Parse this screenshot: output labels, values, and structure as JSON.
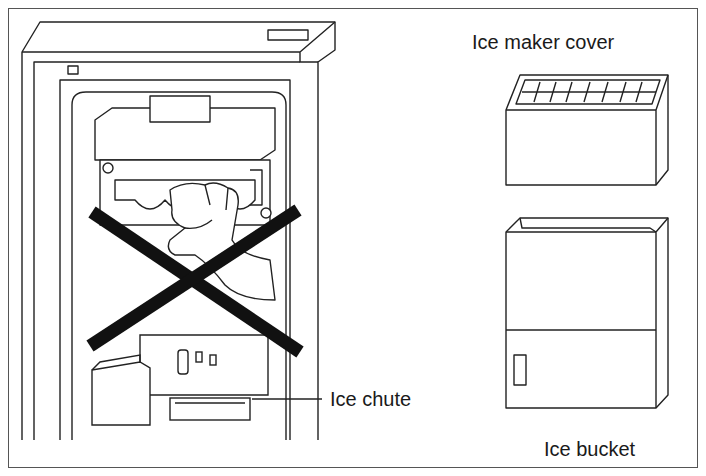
{
  "diagram": {
    "labels": [
      "Ice maker cover",
      "Ice chute",
      "Ice bucket"
    ]
  }
}
